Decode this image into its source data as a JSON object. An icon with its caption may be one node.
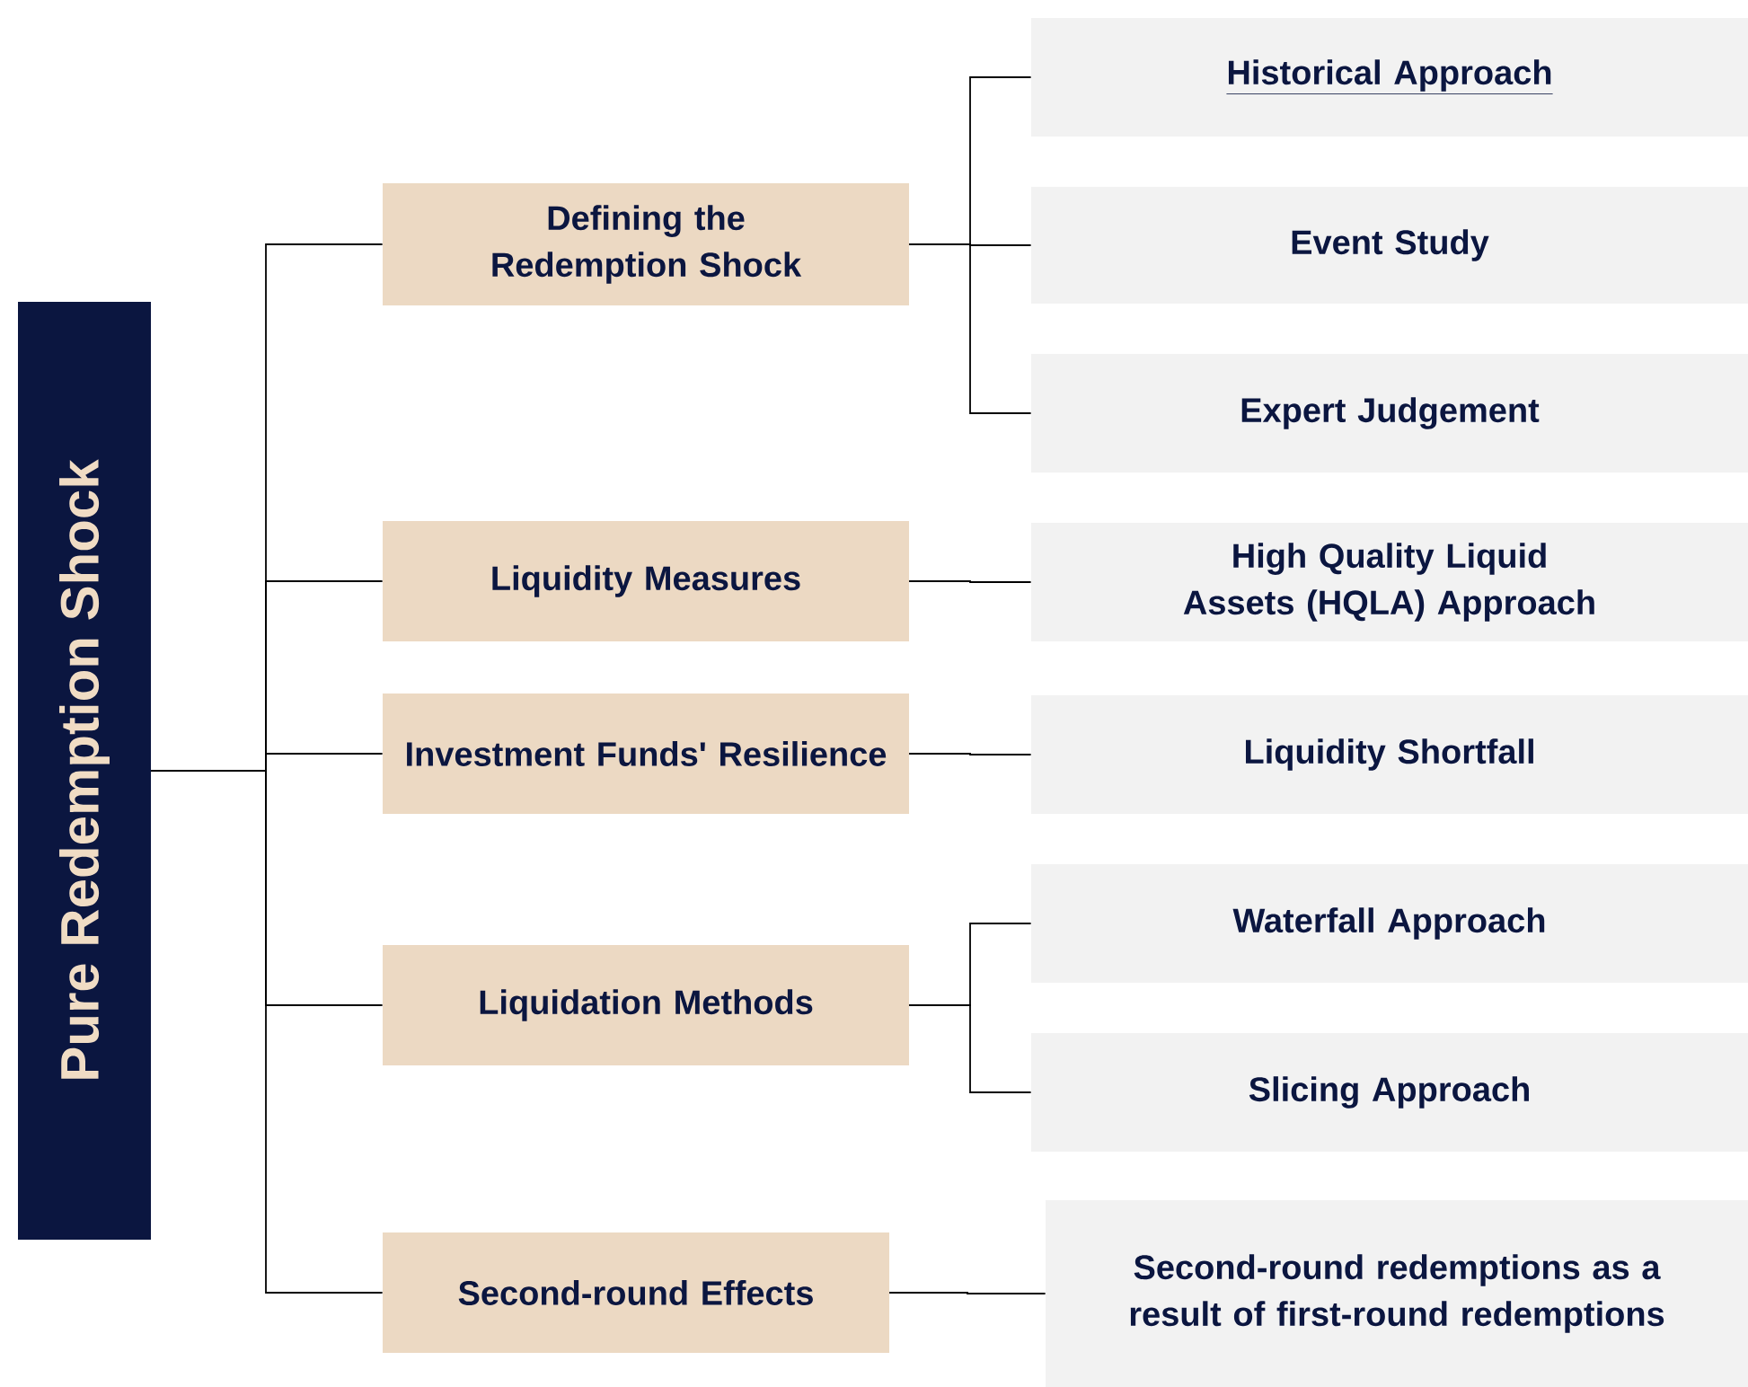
{
  "diagram": {
    "nodes": [
      {
        "text": [
          "Pure Redemption Shock"
        ]
      },
      {
        "text": [
          "Defining the Redemption Shock"
        ]
      },
      {
        "text": [
          "Liquidity Measures"
        ]
      },
      {
        "text": [
          "Investment Funds' Resilience"
        ]
      },
      {
        "text": [
          "Liquidation Methods"
        ]
      },
      {
        "text": [
          "Second-round Effects"
        ]
      },
      {
        "text": [
          "Historical Approach"
        ]
      },
      {
        "text": [
          "Event Study"
        ]
      },
      {
        "text": [
          "Expert Judgement"
        ]
      },
      {
        "text": [
          "High Quality Liquid Assets (HQLA) Approach"
        ]
      },
      {
        "text": [
          "Liquidity Shortfall"
        ]
      },
      {
        "text": [
          "Waterfall Approach"
        ]
      },
      {
        "text": [
          "Slicing Approach"
        ]
      },
      {
        "text": [
          "Second-round redemptions as a result of first-round redemptions"
        ]
      }
    ],
    "edges": [
      {
        "from": 0,
        "to": 1,
        "arrow": "none"
      },
      {
        "from": 0,
        "to": 2,
        "arrow": "none"
      },
      {
        "from": 0,
        "to": 3,
        "arrow": "none"
      },
      {
        "from": 0,
        "to": 4,
        "arrow": "none"
      },
      {
        "from": 0,
        "to": 5,
        "arrow": "none"
      },
      {
        "from": 1,
        "to": 6,
        "arrow": "none"
      },
      {
        "from": 1,
        "to": 7,
        "arrow": "none"
      },
      {
        "from": 1,
        "to": 8,
        "arrow": "none"
      },
      {
        "from": 2,
        "to": 9,
        "arrow": "none"
      },
      {
        "from": 3,
        "to": 10,
        "arrow": "none"
      },
      {
        "from": 4,
        "to": 11,
        "arrow": "none"
      },
      {
        "from": 4,
        "to": 12,
        "arrow": "none"
      },
      {
        "from": 5,
        "to": 13,
        "arrow": "none"
      }
    ]
  }
}
